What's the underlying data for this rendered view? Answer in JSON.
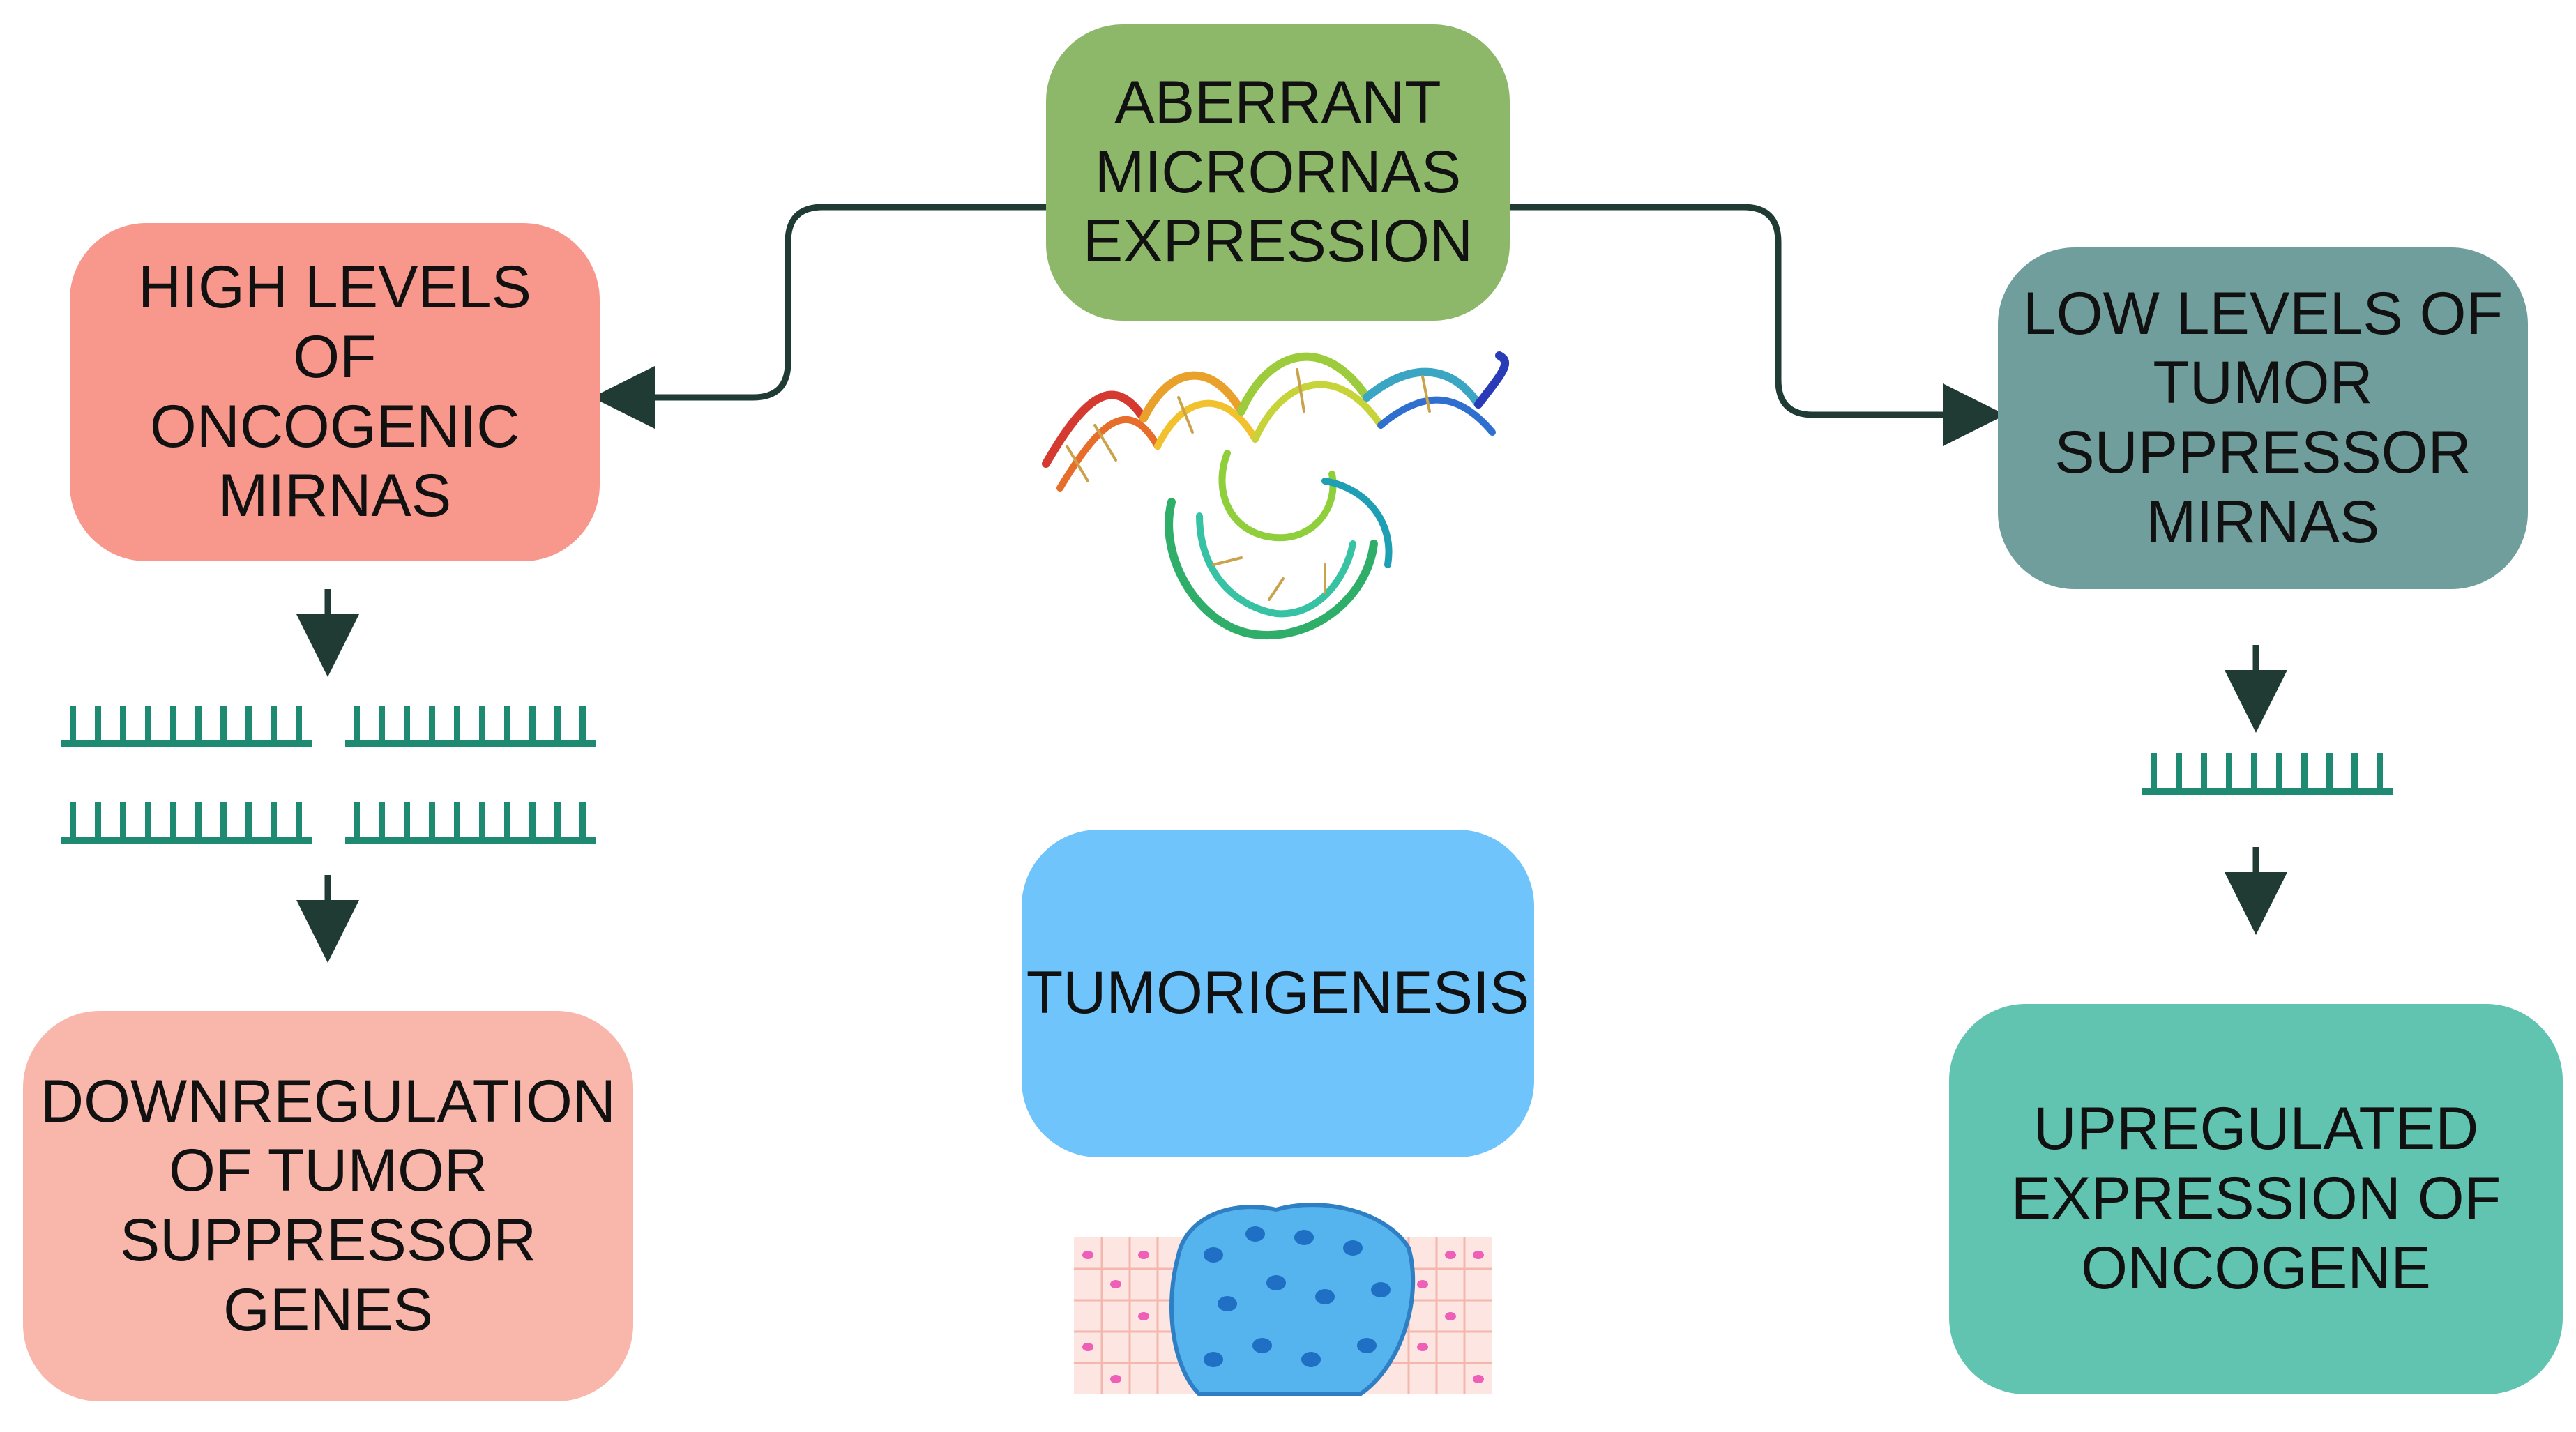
{
  "nodes": {
    "top": {
      "label": "ABERRANT\nMICRORNAS\nEXPRESSION",
      "color": "#8db86a"
    },
    "left": {
      "label": "HIGH LEVELS OF\nONCOGENIC\nMIRNAS",
      "color": "#f8978c"
    },
    "right": {
      "label": "LOW LEVELS OF\nTUMOR\nSUPPRESSOR\nMIRNAS",
      "color": "#6f9e9c"
    },
    "center": {
      "label": "TUMORIGENESIS",
      "color": "#6ec4fb"
    },
    "bottom_left": {
      "label": "DOWNREGULATION\nOF TUMOR\nSUPPRESSOR GENES",
      "color": "#f8b7aa"
    },
    "bottom_right": {
      "label": "UPREGULATED\nEXPRESSION OF\nONCOGENE",
      "color": "#60c4b0"
    }
  },
  "colors": {
    "connector": "#1f3b34",
    "mirna_strand": "#1f8a72"
  },
  "icons": {
    "rna_structure": "rna-helix-icon",
    "tumor_tissue": "tumor-tissue-icon",
    "mirna_strand": "mirna-strand-icon"
  }
}
